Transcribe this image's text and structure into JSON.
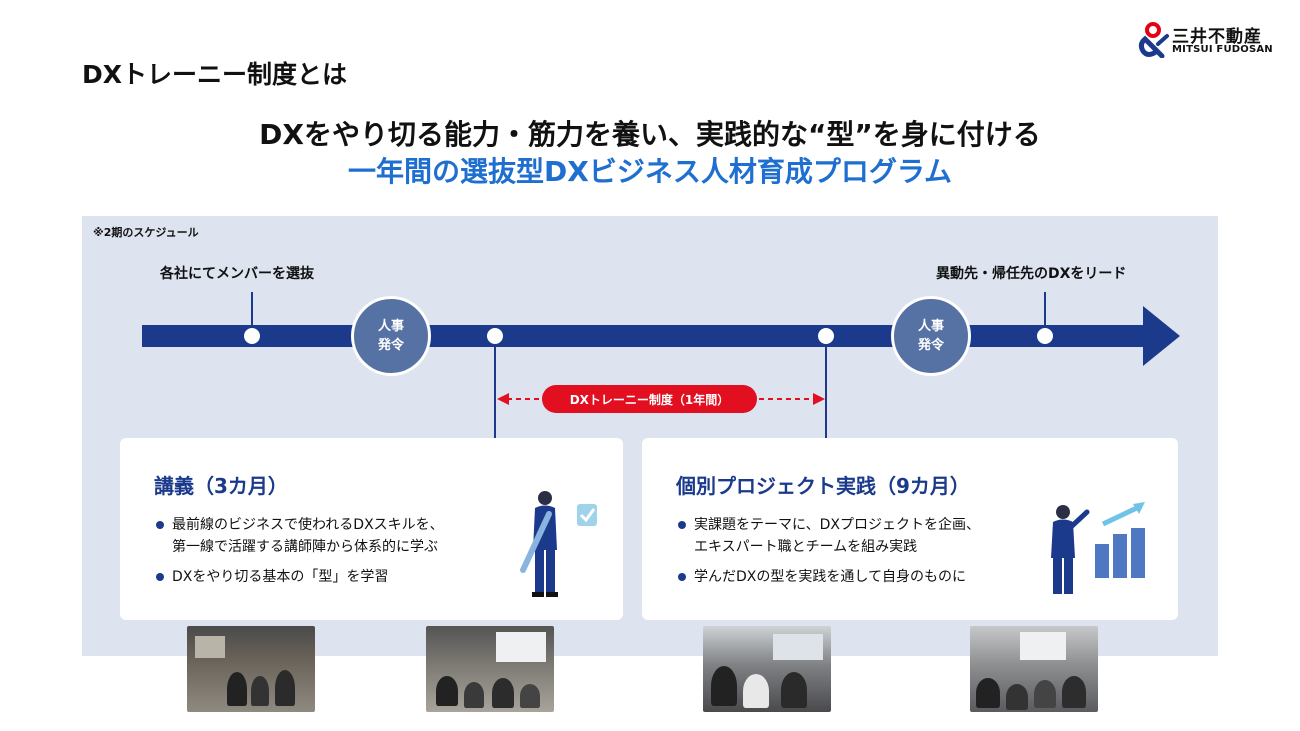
{
  "logo": {
    "name_jp": "三井不動産",
    "name_en": "MITSUI FUDOSAN",
    "mark_colors": [
      "#e60012",
      "#1b3a8c"
    ]
  },
  "page_title": "DXトレーニー制度とは",
  "headline": {
    "line1": "DXをやり切る能力・筋力を養い、実践的な“型”を身に付ける",
    "line2": "一年間の選抜型DXビジネス人材育成プログラム"
  },
  "schedule_note": "※2期のスケジュール",
  "milestones": {
    "start": "各社にてメンバーを選抜",
    "end": "異動先・帰任先のDXをリード"
  },
  "hr_circles": [
    {
      "line1": "人事",
      "line2": "発令"
    },
    {
      "line1": "人事",
      "line2": "発令"
    }
  ],
  "period_label": "DXトレーニー制度（1年間）",
  "cards": [
    {
      "title": "講義（3カ月）",
      "bullets": [
        {
          "line1": "最前線のビジネスで使われるDXスキルを、",
          "line2": "第一線で活躍する講師陣から体系的に学ぶ"
        },
        {
          "line1": "DXをやり切る基本の「型」を学習",
          "line2": ""
        }
      ],
      "illustration": "person-with-pencil-icon"
    },
    {
      "title": "個別プロジェクト実践（9カ月）",
      "bullets": [
        {
          "line1": "実課題をテーマに、DXプロジェクトを企画、",
          "line2": "エキスパート職とチームを組み実践"
        },
        {
          "line1": "学んだDXの型を実践を通して自身のものに",
          "line2": ""
        }
      ],
      "illustration": "person-with-growth-chart-icon"
    }
  ],
  "colors": {
    "navy": "#1b3a8c",
    "blue": "#1f6fd0",
    "red": "#e10f1f",
    "panel": "#dde3ef",
    "circle": "#5672a4"
  }
}
